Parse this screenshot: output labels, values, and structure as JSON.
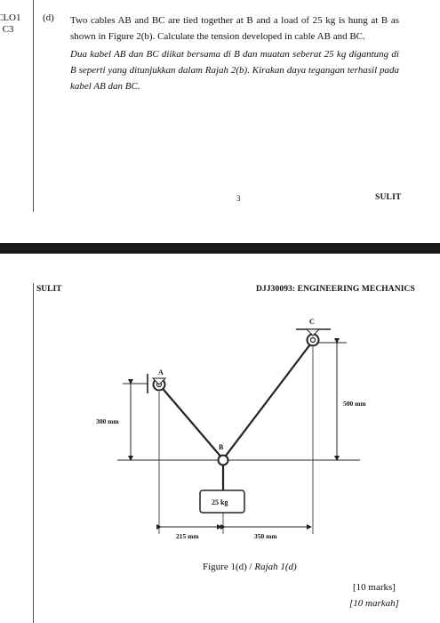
{
  "header": {
    "clo": "CLO1",
    "level": "C3"
  },
  "question": {
    "label": "(d)",
    "text_en": "Two cables AB and BC are tied together at B and a load of 25 kg is hung at B as shown in Figure 2(b). Calculate the tension developed in cable AB and BC.",
    "text_ms": "Dua kabel AB dan BC diikat bersama di B dan muatan seberat 25 kg digantung di B seperti yang ditunjukkan dalam Rajah 2(b). Kirakan daya tegangan terhasil pada kabel AB dan BC."
  },
  "page_number": "3",
  "footer_label": "SULIT",
  "next_page": {
    "label": "SULIT",
    "course": "DJJ30093: ENGINEERING MECHANICS"
  },
  "figure": {
    "points": {
      "A": "A",
      "B": "B",
      "C": "C"
    },
    "load": "25 kg",
    "dims": {
      "h_left": "300 mm",
      "h_right": "500 mm",
      "w_left": "215 mm",
      "w_right": "350 mm"
    },
    "caption_en": "Figure 1(d) / ",
    "caption_ms": "Rajah 1(d)"
  },
  "marks": {
    "en": "[10 marks]",
    "ms": "[10 markah]"
  }
}
